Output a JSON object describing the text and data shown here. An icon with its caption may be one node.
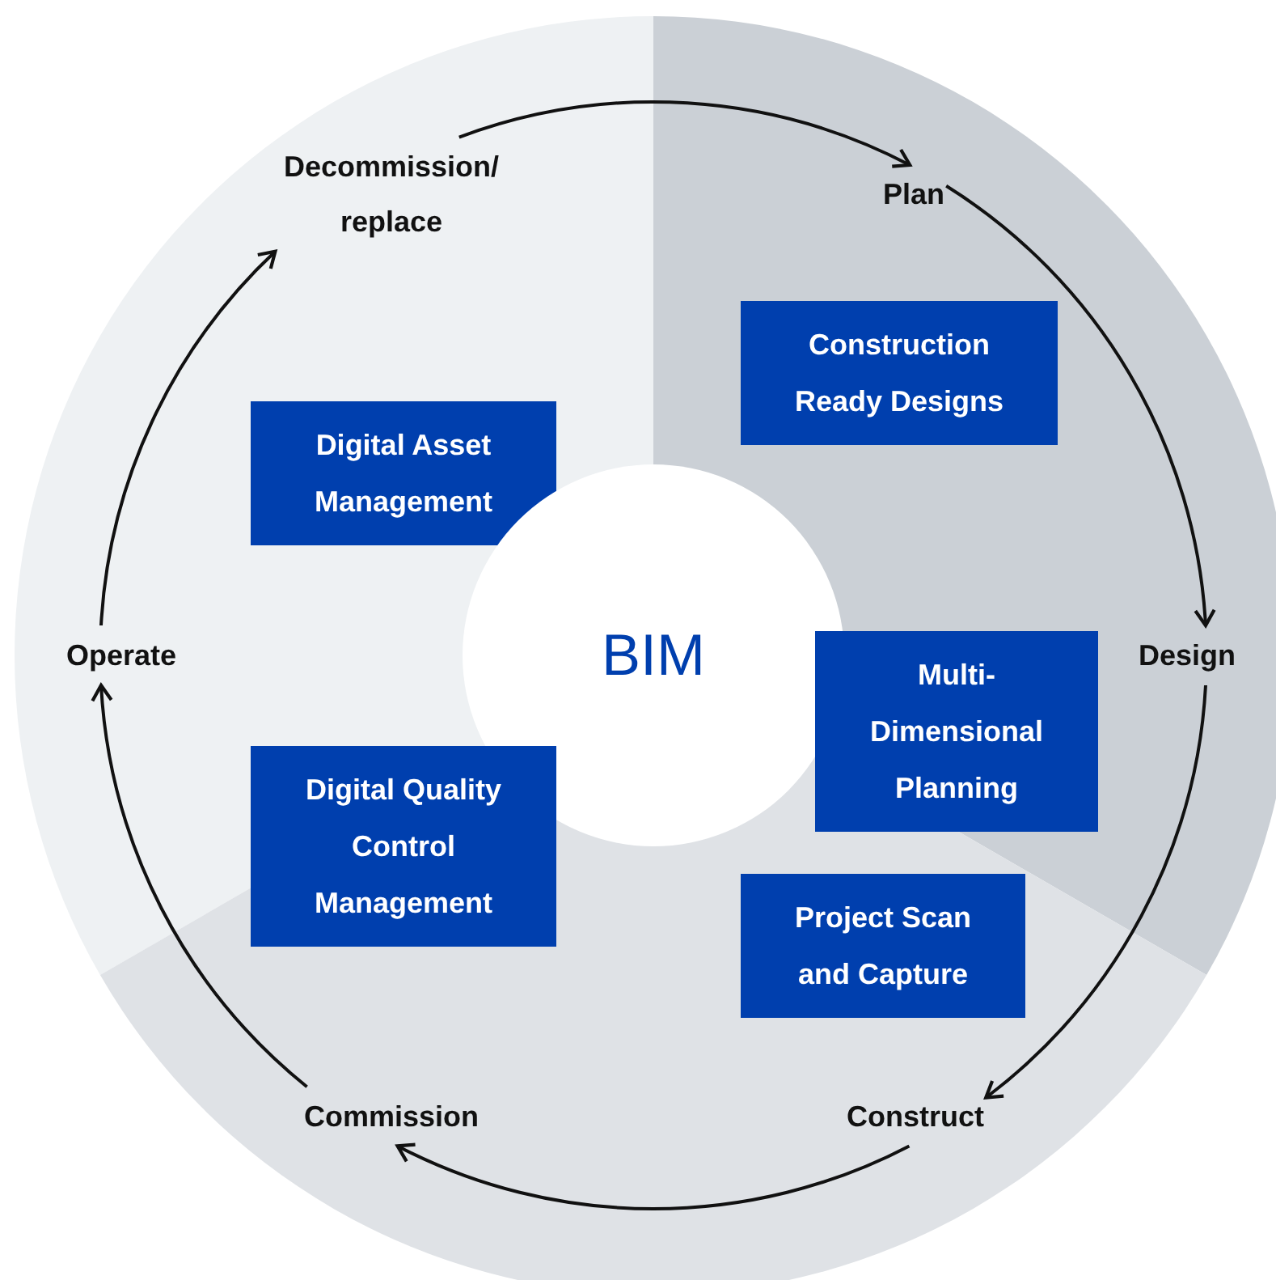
{
  "diagram": {
    "nodes": [
      {
        "text": [
          "Decommission/ replace"
        ]
      },
      {
        "text": [
          "Plan"
        ]
      },
      {
        "text": [
          "Construction Ready Designs"
        ]
      },
      {
        "text": [
          "Digital Asset Management"
        ]
      },
      {
        "text": [
          "Operate"
        ]
      },
      {
        "text": [
          "BIM"
        ]
      },
      {
        "text": [
          "Multi-Dimensional Planning"
        ]
      },
      {
        "text": [
          "Design"
        ]
      },
      {
        "text": [
          "Digital Quality Control Management"
        ]
      },
      {
        "text": [
          "Project Scan and Capture"
        ]
      },
      {
        "text": [
          "Commission"
        ]
      },
      {
        "text": [
          "Construct"
        ]
      }
    ],
    "edges": [
      {
        "from": 0,
        "to": 1,
        "arrow": "to"
      },
      {
        "from": 1,
        "to": 7,
        "arrow": "to"
      },
      {
        "from": 7,
        "to": 11,
        "arrow": "to"
      },
      {
        "from": 11,
        "to": 10,
        "arrow": "to"
      },
      {
        "from": 10,
        "to": 4,
        "arrow": "to"
      },
      {
        "from": 4,
        "to": 0,
        "arrow": "to"
      }
    ]
  }
}
